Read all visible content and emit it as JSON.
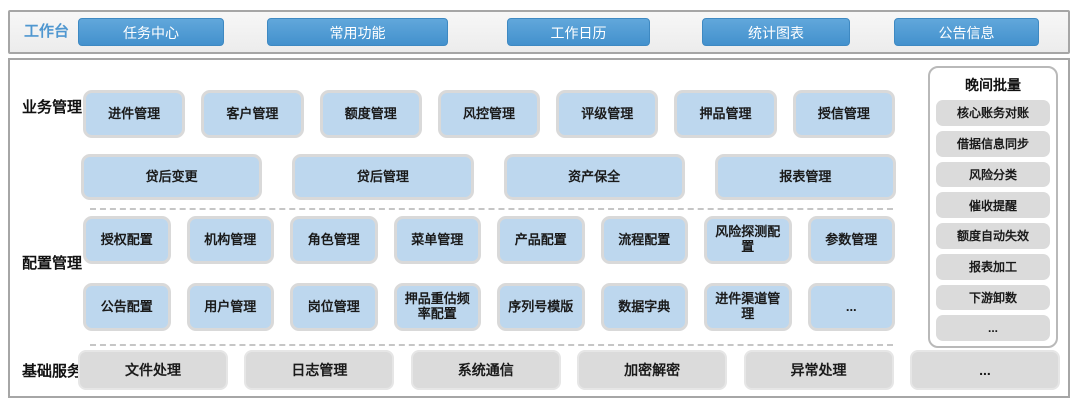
{
  "colors": {
    "accent_blue": "#4d9ad5",
    "module_blue": "#bdd7ee",
    "module_gray": "#dbdbdb",
    "panel_border": "#a6a6a6"
  },
  "workbench": {
    "label": "工作台",
    "buttons": [
      "任务中心",
      "常用功能",
      "工作日历",
      "统计图表",
      "公告信息"
    ]
  },
  "sections": {
    "business": {
      "label": "业务管理",
      "row1": [
        "进件管理",
        "客户管理",
        "额度管理",
        "风控管理",
        "评级管理",
        "押品管理",
        "授信管理"
      ],
      "row2": [
        "贷后变更",
        "贷后管理",
        "资产保全",
        "报表管理"
      ]
    },
    "config": {
      "label": "配置管理",
      "row1": [
        "授权配置",
        "机构管理",
        "角色管理",
        "菜单管理",
        "产品配置",
        "流程配置",
        "风险探测配置",
        "参数管理"
      ],
      "row2": [
        "公告配置",
        "用户管理",
        "岗位管理",
        "押品重估频率配置",
        "序列号模版",
        "数据字典",
        "进件渠道管理",
        "..."
      ]
    },
    "base": {
      "label": "基础服务",
      "items": [
        "文件处理",
        "日志管理",
        "系统通信",
        "加密解密",
        "异常处理",
        "..."
      ]
    },
    "batch": {
      "title": "晚间批量",
      "items": [
        "核心账务对账",
        "借据信息同步",
        "风险分类",
        "催收提醒",
        "额度自动失效",
        "报表加工",
        "下游卸数",
        "..."
      ]
    }
  }
}
